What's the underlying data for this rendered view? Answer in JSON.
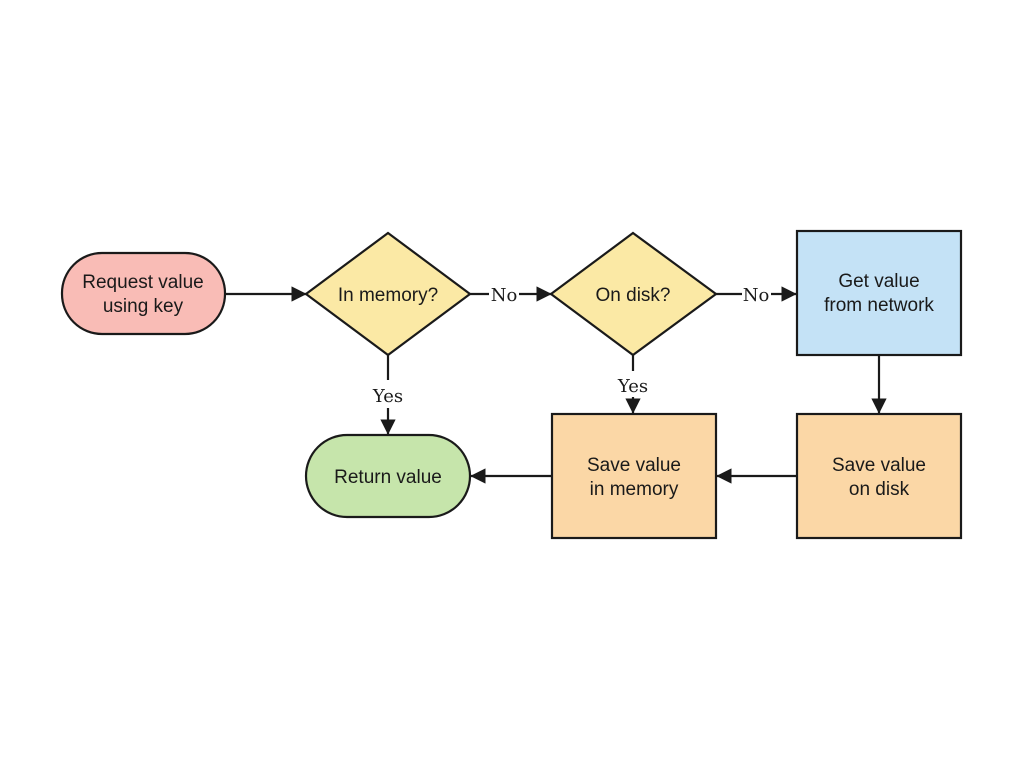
{
  "nodes": {
    "request": {
      "line1": "Request value",
      "line2": "using key",
      "color": "#f9bcb6"
    },
    "in_memory": {
      "label": "In memory?",
      "color": "#fbe9a5"
    },
    "on_disk": {
      "label": "On disk?",
      "color": "#fbe9a5"
    },
    "network": {
      "line1": "Get value",
      "line2": "from network",
      "color": "#c4e2f6"
    },
    "return": {
      "label": "Return value",
      "color": "#c6e5ab"
    },
    "save_memory": {
      "line1": "Save value",
      "line2": "in memory",
      "color": "#fbd7a6"
    },
    "save_disk": {
      "line1": "Save value",
      "line2": "on disk",
      "color": "#fbd7a6"
    }
  },
  "edge_labels": {
    "memory_no": "No",
    "disk_no": "No",
    "memory_yes": "Yes",
    "disk_yes": "Yes"
  }
}
